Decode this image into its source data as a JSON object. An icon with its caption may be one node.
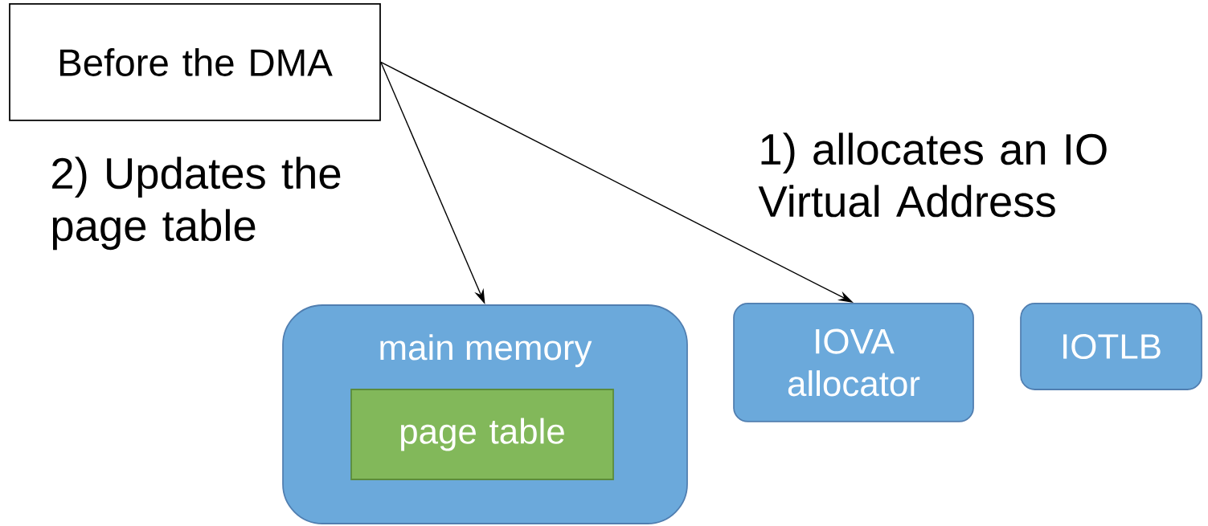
{
  "diagram": {
    "nodes": [
      {
        "text": [
          "Before the DMA"
        ]
      },
      {
        "text": [
          "main memory"
        ]
      },
      {
        "text": [
          "page table"
        ],
        "in": 1
      },
      {
        "text": [
          "IOVA allocator"
        ]
      },
      {
        "text": [
          "IOTLB"
        ]
      }
    ],
    "edges": [
      {
        "from": 0,
        "to": 1,
        "arrow": "to",
        "label": "2) Updates the page table"
      },
      {
        "from": 0,
        "to": 3,
        "arrow": "to",
        "label": "1) allocates an IO Virtual Address"
      }
    ]
  }
}
